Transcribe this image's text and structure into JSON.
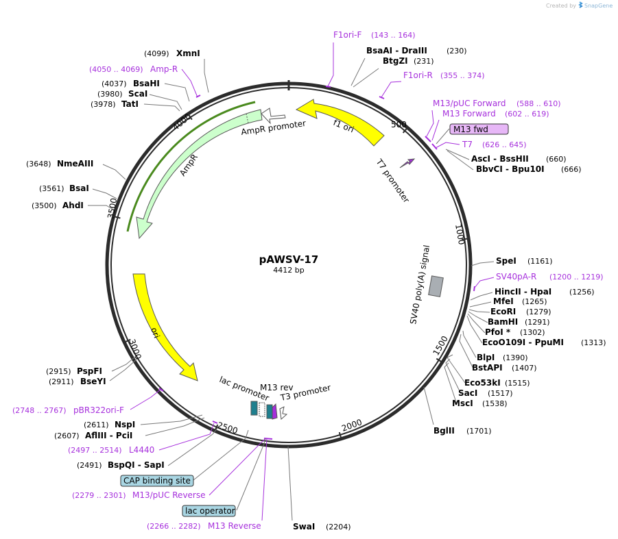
{
  "watermark": {
    "prefix": "Created by",
    "brand": "SnapGene"
  },
  "plasmid": {
    "name": "pAWSV-17",
    "size": "4412 bp",
    "length": 4412
  },
  "ticks": [
    {
      "label": "500",
      "bp": 500
    },
    {
      "label": "1000",
      "bp": 1000
    },
    {
      "label": "1500",
      "bp": 1500
    },
    {
      "label": "2000",
      "bp": 2000
    },
    {
      "label": "2500",
      "bp": 2500
    },
    {
      "label": "3000",
      "bp": 3000
    },
    {
      "label": "3500",
      "bp": 3500
    },
    {
      "label": "4000",
      "bp": 4000
    }
  ],
  "sites": [
    {
      "name": "XmnI",
      "pos": "(4099)",
      "bp": 4099
    },
    {
      "name": "BsaHI",
      "pos": "(4037)",
      "bp": 4037
    },
    {
      "name": "ScaI",
      "pos": "(3980)",
      "bp": 3980
    },
    {
      "name": "TatI",
      "pos": "(3978)",
      "bp": 3978
    },
    {
      "name": "NmeAIII",
      "pos": "(3648)",
      "bp": 3648
    },
    {
      "name": "BsaI",
      "pos": "(3561)",
      "bp": 3561
    },
    {
      "name": "AhdI",
      "pos": "(3500)",
      "bp": 3500
    },
    {
      "name": "PspFI",
      "pos": "(2915)",
      "bp": 2915
    },
    {
      "name": "BseYI",
      "pos": "(2911)",
      "bp": 2911
    },
    {
      "name": "NspI",
      "pos": "(2611)",
      "bp": 2611
    },
    {
      "name": "AflIII - PciI",
      "pos": "(2607)",
      "bp": 2607
    },
    {
      "name": "BspQI - SapI",
      "pos": "(2491)",
      "bp": 2491
    },
    {
      "name": "SwaI",
      "pos": "(2204)",
      "bp": 2204
    },
    {
      "name": "BglII",
      "pos": "(1701)",
      "bp": 1701
    },
    {
      "name": "MscI",
      "pos": "(1538)",
      "bp": 1538
    },
    {
      "name": "SacI",
      "pos": "(1517)",
      "bp": 1517
    },
    {
      "name": "Eco53kI",
      "pos": "(1515)",
      "bp": 1515
    },
    {
      "name": "BstAPI",
      "pos": "(1407)",
      "bp": 1407
    },
    {
      "name": "BlpI",
      "pos": "(1390)",
      "bp": 1390
    },
    {
      "name": "EcoO109I - PpuMI",
      "pos": "(1313)",
      "bp": 1313
    },
    {
      "name": "PfoI *",
      "pos": "(1302)",
      "bp": 1302
    },
    {
      "name": "BamHI",
      "pos": "(1291)",
      "bp": 1291
    },
    {
      "name": "EcoRI",
      "pos": "(1279)",
      "bp": 1279
    },
    {
      "name": "MfeI",
      "pos": "(1265)",
      "bp": 1265
    },
    {
      "name": "HincII - HpaI",
      "pos": "(1256)",
      "bp": 1256
    },
    {
      "name": "SpeI",
      "pos": "(1161)",
      "bp": 1161
    },
    {
      "name": "BbvCI - Bpu10I",
      "pos": "(666)",
      "bp": 666
    },
    {
      "name": "AscI - BssHII",
      "pos": "(660)",
      "bp": 660
    },
    {
      "name": "BtgZI",
      "pos": "(231)",
      "bp": 231
    },
    {
      "name": "BsaAI - DraIII",
      "pos": "(230)",
      "bp": 230
    }
  ],
  "primers": [
    {
      "name": "F1ori-F",
      "pos": "(143 .. 164)",
      "bp": 153
    },
    {
      "name": "F1ori-R",
      "pos": "(355 .. 374)",
      "bp": 364
    },
    {
      "name": "M13/pUC Forward",
      "pos": "(588 .. 610)",
      "bp": 599
    },
    {
      "name": "M13 Forward",
      "pos": "(602 .. 619)",
      "bp": 610
    },
    {
      "name": "T7",
      "pos": "(626 .. 645)",
      "bp": 635
    },
    {
      "name": "SV40pA-R",
      "pos": "(1200 .. 1219)",
      "bp": 1209
    },
    {
      "name": "M13 Reverse",
      "pos": "(2266 .. 2282)",
      "bp": 2274
    },
    {
      "name": "M13/pUC Reverse",
      "pos": "(2279 .. 2301)",
      "bp": 2290
    },
    {
      "name": "L4440",
      "pos": "(2497 .. 2514)",
      "bp": 2505
    },
    {
      "name": "pBR322ori-F",
      "pos": "(2748 .. 2767)",
      "bp": 2757
    },
    {
      "name": "Amp-R",
      "pos": "(4050 .. 4069)",
      "bp": 4059
    }
  ],
  "features": {
    "f1_ori": "f1 ori",
    "ampr_promoter": "AmpR promoter",
    "ampr": "AmpR",
    "ori": "ori",
    "t7_promoter": "T7 promoter",
    "sv40": "SV40 poly(A) signal",
    "lac_promoter": "lac promoter",
    "m13_rev": "M13 rev",
    "t3_promoter": "T3 promoter",
    "m13_fwd": "M13 fwd",
    "cap_site": "CAP binding site",
    "lac_operator": "lac operator"
  },
  "colors": {
    "backbone": "#2b2b2b",
    "primer": "#a62fdc",
    "ori_fill": "#ffff00",
    "ampr_fill": "#ccffcc",
    "sv40_fill": "#a9aeb3",
    "tag_fill": "#a9d6e3",
    "m13fwd_fill": "#e7b7f7"
  }
}
